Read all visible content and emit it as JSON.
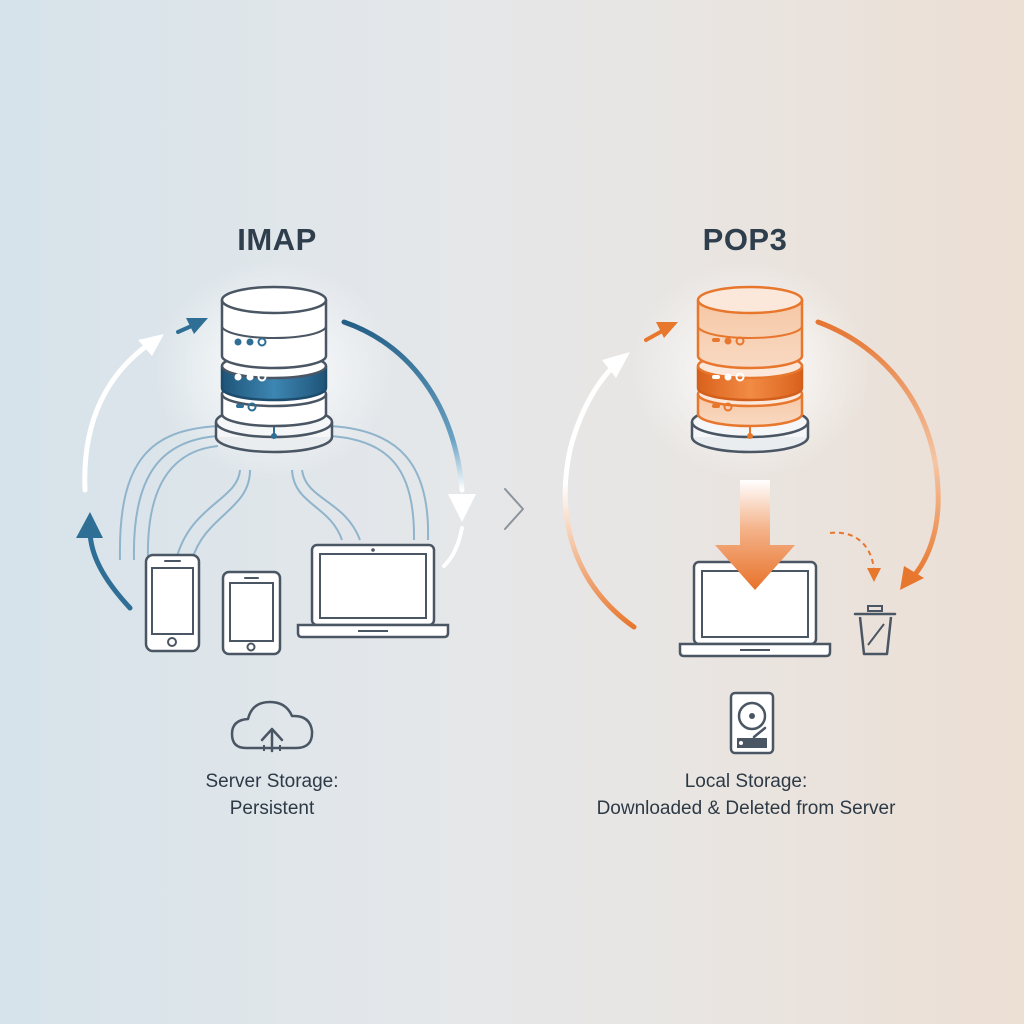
{
  "diagram": {
    "left": {
      "title": "IMAP",
      "caption_line1": "Server Storage:",
      "caption_line2": "Persistent"
    },
    "right": {
      "title": "POP3",
      "caption_line1": "Local Storage:",
      "caption_line2": "Downloaded & Deleted from Server"
    },
    "icons": {
      "left_server": "database-server-icon",
      "phone": "smartphone-icon",
      "tablet": "tablet-icon",
      "left_laptop": "laptop-icon",
      "cloud": "cloud-upload-icon",
      "separator": "chevron-right-icon",
      "right_server": "database-server-icon",
      "right_laptop": "laptop-icon",
      "download": "download-arrow-icon",
      "trash": "trash-icon",
      "hard_drive": "hard-drive-icon"
    },
    "colors": {
      "imap_accent": "#2f6f96",
      "pop3_accent": "#e8772e",
      "outline": "#4a5663"
    }
  }
}
